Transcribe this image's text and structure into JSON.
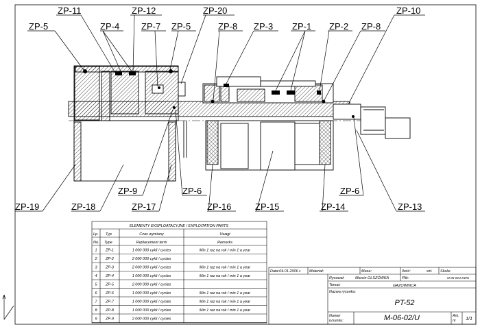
{
  "labels_top": [
    "ZP-11",
    "ZP-12",
    "ZP-20",
    "ZP-10",
    "ZP-5",
    "ZP-4",
    "ZP-7",
    "ZP-5",
    "ZP-8",
    "ZP-3",
    "ZP-1",
    "ZP-2",
    "ZP-8"
  ],
  "labels_bottom": [
    "ZP-9",
    "ZP-6",
    "ZP-6",
    "ZP-19",
    "ZP-18",
    "ZP-17",
    "ZP-16",
    "ZP-15",
    "ZP-14",
    "ZP-13"
  ],
  "parts_table": {
    "title": "ELEMENTY EKSPLOATACYJNE / EXPLOITATION PARTS",
    "col_lp": "Lp.",
    "col_typ": "Typ",
    "col_czas": "Czas wymiany",
    "col_uwagi": "Uwagi",
    "col_no": "No.",
    "col_type": "Type",
    "col_replacement": "Replacement term",
    "col_remarks": "Remarks",
    "rows": [
      {
        "no": "1",
        "type": "ZP-1",
        "term": "1 000 000 cykli / cycles",
        "remarks": "Min 1 raz na rok / min 1 a year"
      },
      {
        "no": "2",
        "type": "ZP-2",
        "term": "2 000 000 cykli / cycles",
        "remarks": ""
      },
      {
        "no": "3",
        "type": "ZP-3",
        "term": "2 000 000 cykli / cycles",
        "remarks": "Min 1 raz na rok / min 1 a year"
      },
      {
        "no": "4",
        "type": "ZP-4",
        "term": "1 000 000 cykli / cycles",
        "remarks": "Min 1 raz na rok / min 1 a year"
      },
      {
        "no": "5",
        "type": "ZP-5",
        "term": "2 000 000 cykli / cycles",
        "remarks": ""
      },
      {
        "no": "6",
        "type": "ZP-6",
        "term": "1 000 000 cykli / cycles",
        "remarks": "Min 1 raz na rok / min 1 a year"
      },
      {
        "no": "7",
        "type": "ZP-7",
        "term": "1 000 000 cykli / cycles",
        "remarks": "Min 1 raz na rok / min 1 a year"
      },
      {
        "no": "8",
        "type": "ZP-8",
        "term": "1 000 000 cykli / cycles",
        "remarks": "Min 1 raz na rok / min 1 a year"
      },
      {
        "no": "9",
        "type": "ZP-9",
        "term": "2 000 000 cykli / cycles",
        "remarks": ""
      }
    ]
  },
  "title_block": {
    "data": "Data:04.01.2006 r.",
    "material": "Materiał:",
    "masa": "Masa:",
    "ilosc": "Ilość:",
    "szt": "szt.",
    "skala": "Skala:",
    "rysowal_label": "Rysował:",
    "rysowal": "Marcin OLSZÓWKA",
    "plik_label": "Plik:",
    "plik": "M-06-02U DWG",
    "temat_label": "Temat:",
    "temat": "GAZOWNICA",
    "nazwa_label": "Nazwa rysunku:",
    "nazwa": "PT-52",
    "numer_label1": "Numer",
    "numer_label2": "rysunku:",
    "numer": "M-06-02/U",
    "ark_label1": "Ark.",
    "ark_label2": "nr",
    "ark": "1/1"
  }
}
